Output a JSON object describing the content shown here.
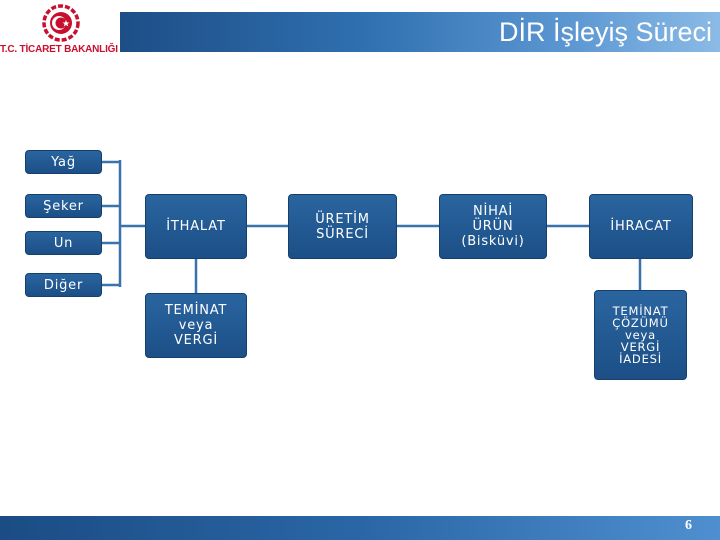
{
  "header": {
    "title": "DİR İşleyiş Süreci",
    "org": "T.C. TİCARET BAKANLIĞI"
  },
  "footer": {
    "page_number": "6"
  },
  "inputs": [
    "Yağ",
    "Şeker",
    "Un",
    "Diğer"
  ],
  "flow": {
    "import": "İTHALAT",
    "production": "ÜRETİM\nSÜRECİ",
    "final_product": "NİHAİ\nÜRÜN\n(Bisküvi)",
    "export": "İHRACAT"
  },
  "guarantee": "TEMİNAT\nveya\nVERGİ",
  "resolution": "TEMİNAT\nÇÖZÜMÜ\nveya\nVERGİ\nİADESİ",
  "colors": {
    "box": "#1f5592",
    "connector": "#3a72ad",
    "logo_red": "#c8102e"
  }
}
